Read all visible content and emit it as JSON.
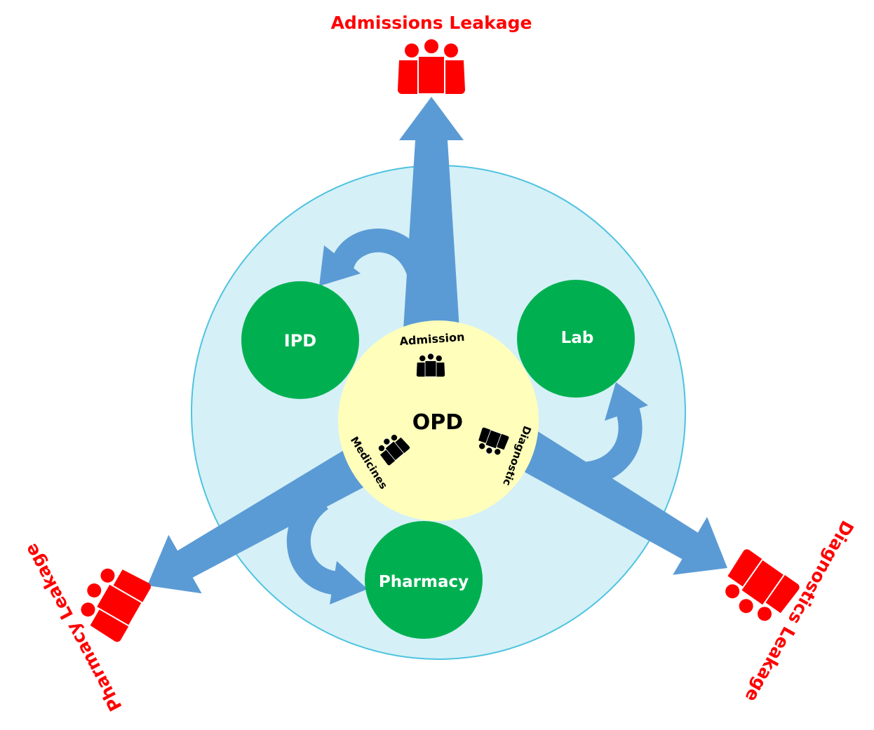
{
  "colors": {
    "outer_fill": "#d5f0f7",
    "outer_stroke": "#4ec3e0",
    "opd_fill": "#ffffbb",
    "node_fill": "#00b050",
    "arrow": "#5b9bd5",
    "leakage": "#ff0000"
  },
  "center": {
    "label": "OPD",
    "admission_label": "Admission",
    "medicines_label": "Medicines",
    "diagnostic_label": "Diagnostic"
  },
  "nodes": [
    {
      "label": "IPD"
    },
    {
      "label": "Lab"
    },
    {
      "label": "Pharmacy"
    }
  ],
  "leakages": {
    "admissions": "Admissions Leakage",
    "pharmacy": "Pharmacy Leakage",
    "diagnostics": "Diagnostics Leakage"
  },
  "icons": {
    "people": "people-group-icon"
  }
}
